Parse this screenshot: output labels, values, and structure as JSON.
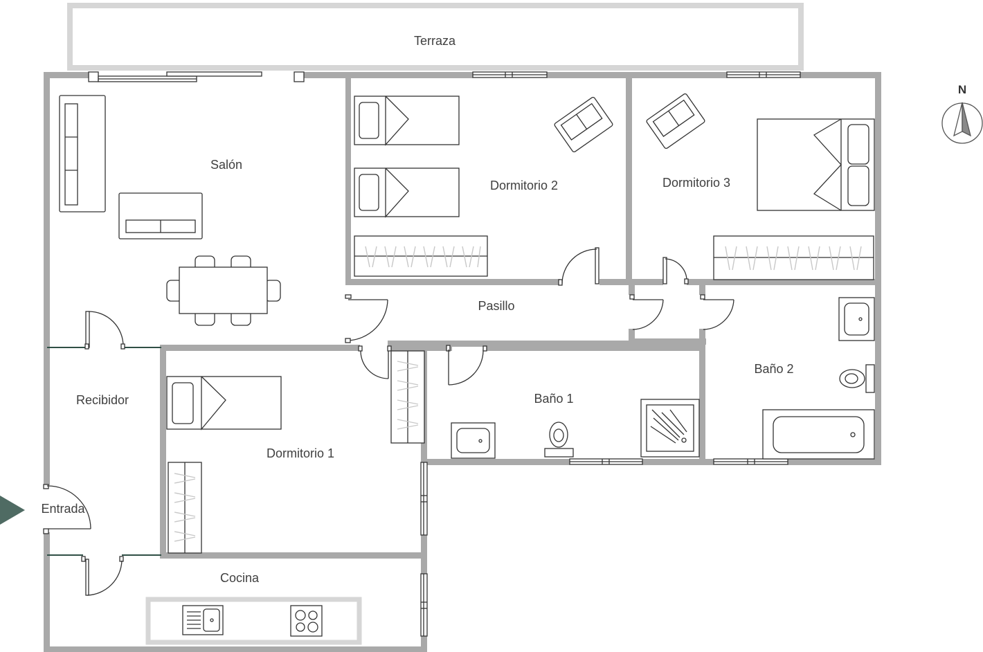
{
  "rooms": {
    "terraza": "Terraza",
    "salon": "Salón",
    "dormitorio2": "Dormitorio 2",
    "dormitorio3": "Dormitorio 3",
    "pasillo": "Pasillo",
    "recibidor": "Recibidor",
    "dormitorio1": "Dormitorio 1",
    "bano1": "Baño 1",
    "bano2": "Baño 2",
    "entrada": "Entrada",
    "cocina": "Cocina"
  },
  "compass": {
    "label": "N"
  },
  "colors": {
    "wall": "#a9a9a9",
    "entrance_arrow": "#4f6b63",
    "thin_wall": "#2f4f45"
  }
}
